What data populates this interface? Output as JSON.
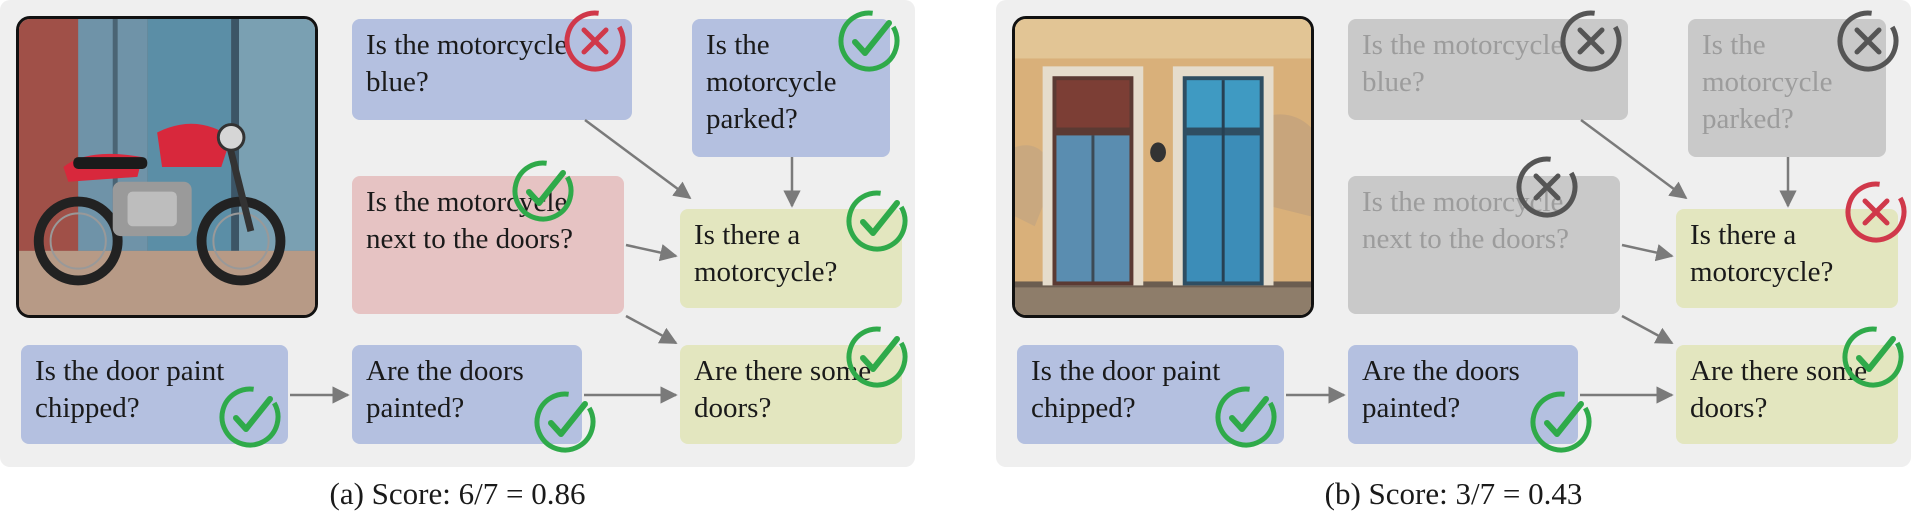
{
  "panel_a": {
    "caption": "(a) Score: 6/7 = 0.86",
    "questions": {
      "blue": "Is the motorcycle blue?",
      "parked": "Is the motorcycle parked?",
      "next_to": "Is the motorcycle next to the doors?",
      "is_motorcycle": "Is there a motorcycle?",
      "chipped": "Is the door paint chipped?",
      "painted": "Are the doors painted?",
      "doors": "Are there some doors?"
    },
    "results": {
      "blue": "wrong",
      "parked": "correct",
      "next_to": "correct",
      "is_motorcycle": "correct",
      "chipped": "correct",
      "painted": "correct",
      "doors": "correct"
    }
  },
  "panel_b": {
    "caption": "(b) Score: 3/7 = 0.43",
    "questions": {
      "blue": "Is the motorcycle blue?",
      "parked": "Is the motorcycle parked?",
      "next_to": "Is the motorcycle next to the doors?",
      "is_motorcycle": "Is there a motorcycle?",
      "chipped": "Is the door paint chipped?",
      "painted": "Are the doors painted?",
      "doors": "Are there some doors?"
    },
    "results": {
      "blue": "skipped",
      "parked": "skipped",
      "next_to": "skipped",
      "is_motorcycle": "wrong",
      "chipped": "correct",
      "painted": "correct",
      "doors": "correct"
    }
  },
  "colors": {
    "correct": "#2faa4a",
    "wrong": "#d0384a",
    "skipped": "#555555",
    "question_blue": "#b4c0e0",
    "question_pink": "#e6c3c3",
    "question_yellow": "#e3e6bf",
    "question_skipped": "#c9c9c9"
  },
  "icons": {
    "correct": "check-mark-icon",
    "wrong": "cross-mark-icon",
    "skipped": "cross-mark-icon"
  }
}
